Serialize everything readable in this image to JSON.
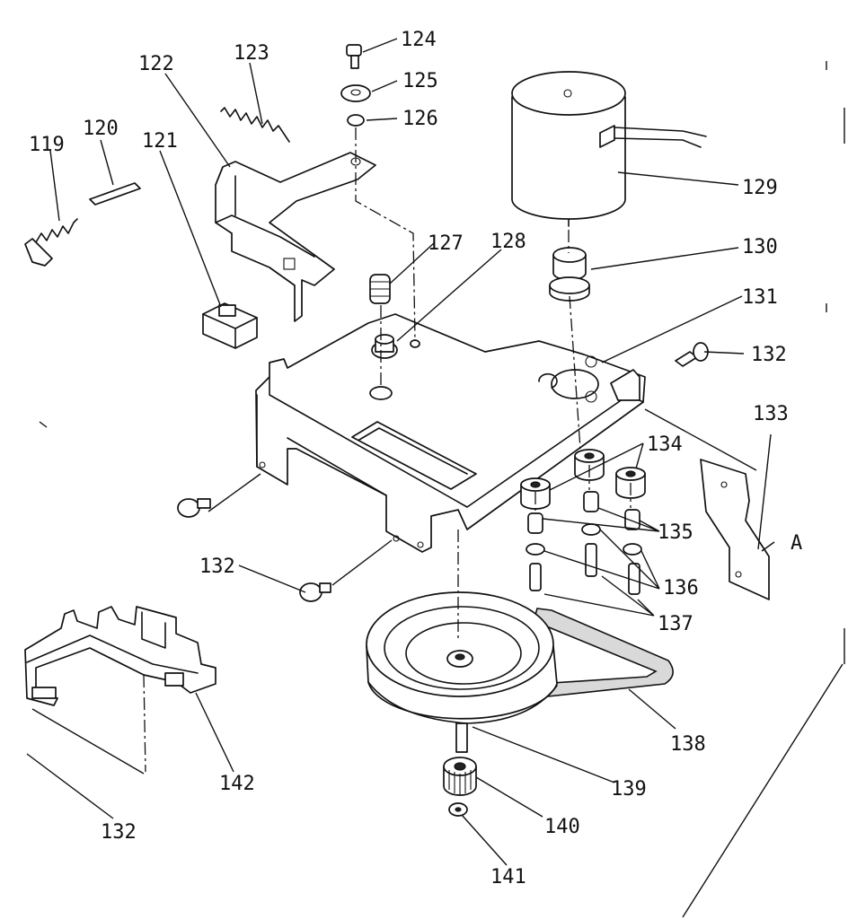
{
  "callouts": {
    "c119": "119",
    "c120": "120",
    "c121": "121",
    "c122": "122",
    "c123": "123",
    "c124": "124",
    "c125": "125",
    "c126": "126",
    "c127": "127",
    "c128": "128",
    "c129": "129",
    "c130": "130",
    "c131": "131",
    "c132a": "132",
    "c133": "133",
    "c134": "134",
    "c135": "135",
    "c136": "136",
    "c137": "137",
    "c132b": "132",
    "c138": "138",
    "c139": "139",
    "c140": "140",
    "c141": "141",
    "c142": "142",
    "c132c": "132",
    "cA": "A"
  }
}
